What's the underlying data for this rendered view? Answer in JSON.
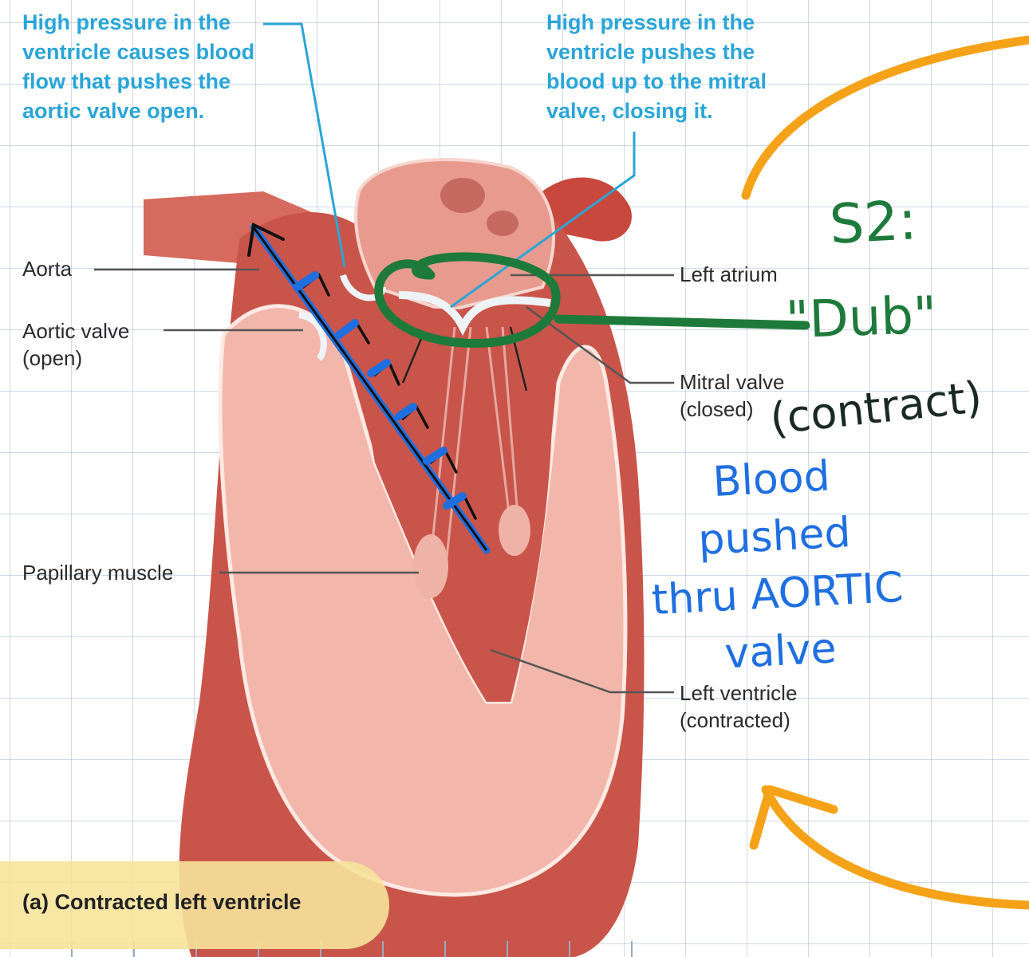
{
  "annotations": {
    "aortic_note": "High pressure in the\nventricle causes blood\nflow that pushes the\naortic valve open.",
    "mitral_note": "High pressure in the\nventricle pushes the\nblood up to the mitral\nvalve, closing it."
  },
  "labels": {
    "aorta": "Aorta",
    "aortic_valve": "Aortic valve\n(open)",
    "left_atrium": "Left atrium",
    "mitral_valve": "Mitral valve\n(closed)",
    "papillary_muscle": "Papillary muscle",
    "left_ventricle": "Left ventricle\n(contracted)"
  },
  "caption": "(a) Contracted left ventricle",
  "handwriting": {
    "s2": "S2:",
    "dub": "\"Dub\"",
    "contract": "(contract)",
    "blood_note": "Blood\npushed\nthru AORTIC\nvalve"
  },
  "colors": {
    "annotation_blue": "#2aa5d8",
    "ink_green": "#1e7a3a",
    "ink_blue": "#1f6fe0",
    "ink_orange": "#f5a218",
    "highlight_yellow": "#f6e39a",
    "tissue_red": "#c9544a",
    "tissue_pink": "#f2b6ab"
  }
}
